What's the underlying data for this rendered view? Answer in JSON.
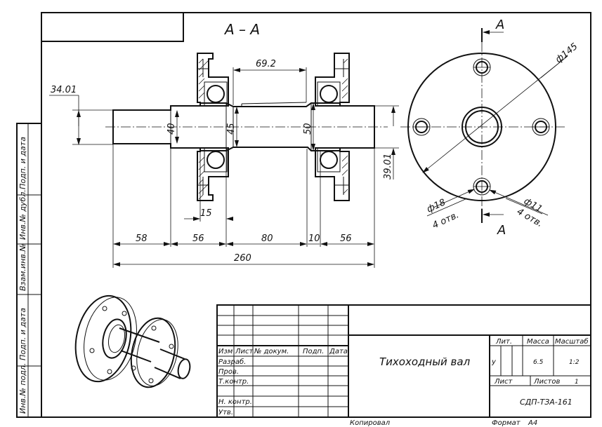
{
  "section_label": "А – А",
  "dimensions": {
    "d_34": "34.01",
    "d_69": "69.2",
    "d_40": "40",
    "d_45": "45",
    "d_50": "50",
    "d_39": "39.01",
    "d_15": "15",
    "d_58": "58",
    "d_56a": "56",
    "d_80": "80",
    "d_10": "10",
    "d_56b": "56",
    "d_260": "260"
  },
  "side_view": {
    "cut_letter_top": "А",
    "cut_letter_bottom": "А",
    "dia_145": "ф145",
    "dia_18": "ф18",
    "dia_18_count": "4 отв.",
    "dia_11": "ф11",
    "dia_11_count": "4 отв."
  },
  "side_stamp": {
    "c1": "Подп. и дата",
    "c2": "Инв.№ дубл.",
    "c3": "Взам.инв.№",
    "c4": "Подп. и дата",
    "c5": "Инв.№ подл."
  },
  "title_block": {
    "h_izm": "Изм",
    "h_list": "Лист",
    "h_doc": "№ докум.",
    "h_podp": "Подп.",
    "h_data": "Дата",
    "r_razrab": "Разраб.",
    "r_prov": "Пров.",
    "r_tkontr": "Т.контр.",
    "r_nkontr": "Н. контр.",
    "r_utv": "Утв.",
    "name": "Тихоходный вал",
    "lit_label": "Лит.",
    "lit_value": "у",
    "mass_label": "Масса",
    "mass_value": "6.5",
    "scale_label": "Масштаб",
    "scale_value": "1:2",
    "sheet_label": "Лист",
    "sheets_label": "Листов",
    "sheets_value": "1",
    "designation": "СДП-ТЗА-161",
    "copied_label": "Копировал",
    "format_label": "Формат",
    "format_value": "А4"
  }
}
